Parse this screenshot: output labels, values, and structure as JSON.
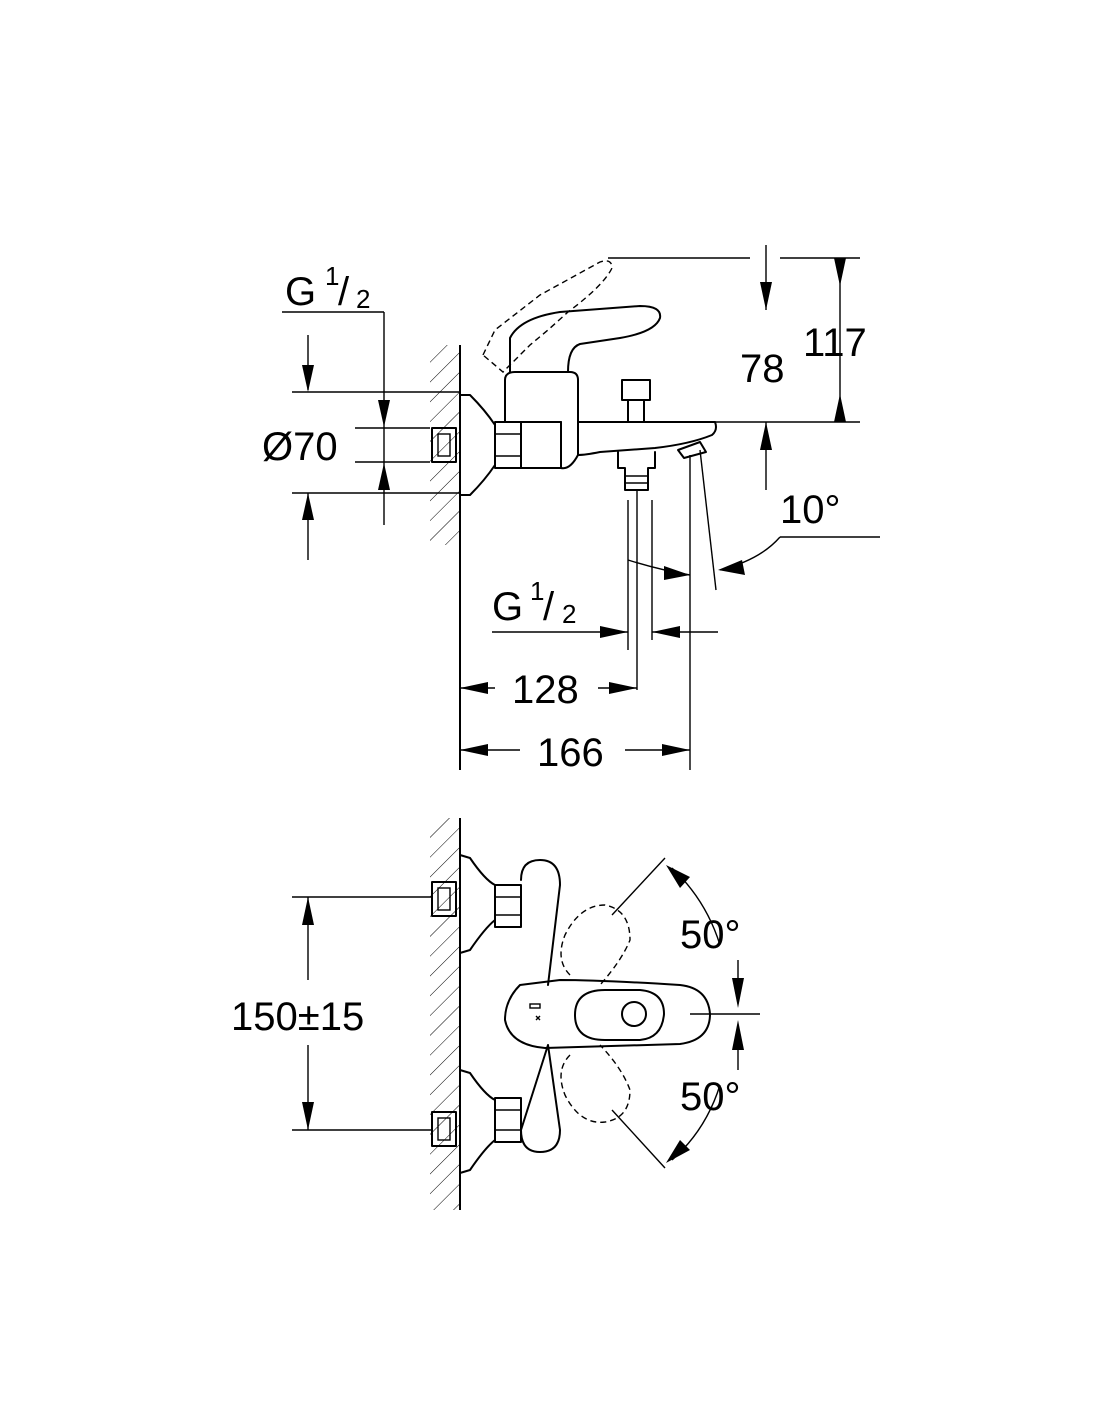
{
  "side_view": {
    "thread_left": {
      "g": "G",
      "sup": "1",
      "sub": "2"
    },
    "thread_bottom": {
      "g": "G",
      "sup": "1",
      "sub": "2"
    },
    "rosette_diameter": "Ø70",
    "handle_height": "78",
    "total_height": "117",
    "spout_angle": "10°",
    "outlet_distance": "128",
    "projection": "166"
  },
  "front_view": {
    "centres": "150±15",
    "rotation_up": "50°",
    "rotation_down": "50°"
  }
}
